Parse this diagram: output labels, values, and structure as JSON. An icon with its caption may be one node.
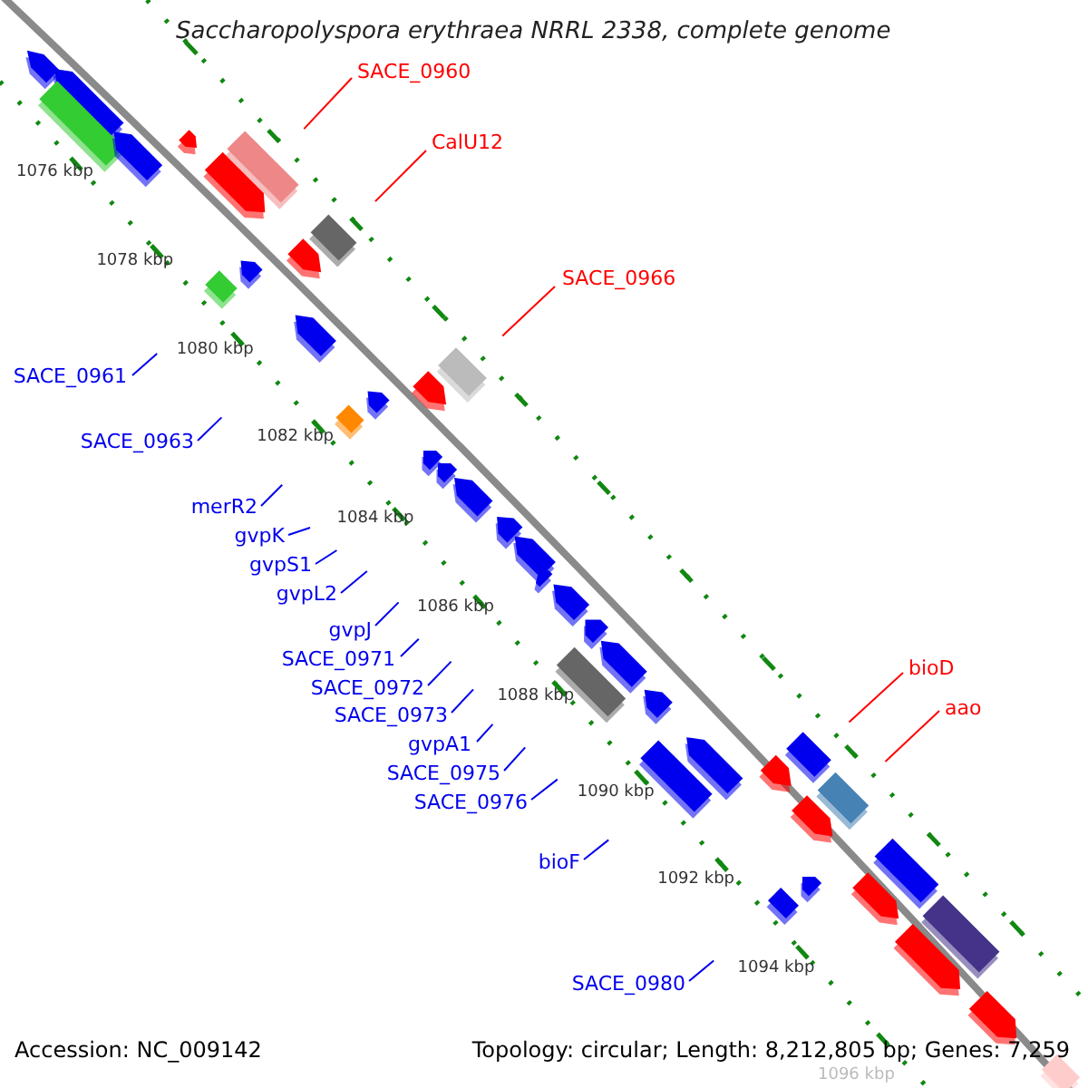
{
  "diagram": {
    "title": "Saccharopolyspora erythraea NRRL 2338, complete genome",
    "nodes": [
      {
        "text": [
          "SACE_0960"
        ]
      },
      {
        "text": [
          "CalU12"
        ]
      },
      {
        "text": [
          "SACE_0966"
        ]
      },
      {
        "text": [
          "SACE_0961"
        ]
      },
      {
        "text": [
          "SACE_0963"
        ]
      },
      {
        "text": [
          "merR2"
        ]
      },
      {
        "text": [
          "gvpK"
        ]
      },
      {
        "text": [
          "gvpS1"
        ]
      },
      {
        "text": [
          "gvpL2"
        ]
      },
      {
        "text": [
          "gvpJ"
        ]
      },
      {
        "text": [
          "SACE_0971"
        ]
      },
      {
        "text": [
          "SACE_0972"
        ]
      },
      {
        "text": [
          "SACE_0973"
        ]
      },
      {
        "text": [
          "gvpA1"
        ]
      },
      {
        "text": [
          "SACE_0975"
        ]
      },
      {
        "text": [
          "SACE_0976"
        ]
      },
      {
        "text": [
          "bioD"
        ]
      },
      {
        "text": [
          "aao"
        ]
      },
      {
        "text": [
          "bioF"
        ]
      },
      {
        "text": [
          "SACE_0980"
        ]
      }
    ],
    "edges": [
      {
        "from": 0,
        "to": null,
        "arrow": "none",
        "color": "#ff0000"
      },
      {
        "from": 1,
        "to": null,
        "arrow": "none",
        "color": "#ff0000"
      },
      {
        "from": 2,
        "to": null,
        "arrow": "none",
        "color": "#ff0000"
      },
      {
        "from": 3,
        "to": null,
        "arrow": "none"
      },
      {
        "from": 4,
        "to": null,
        "arrow": "none"
      },
      {
        "from": 5,
        "to": null,
        "arrow": "none"
      },
      {
        "from": 6,
        "to": null,
        "arrow": "none"
      },
      {
        "from": 7,
        "to": null,
        "arrow": "none"
      },
      {
        "from": 8,
        "to": null,
        "arrow": "none"
      },
      {
        "from": 9,
        "to": null,
        "arrow": "none"
      },
      {
        "from": 10,
        "to": null,
        "arrow": "none"
      },
      {
        "from": 11,
        "to": null,
        "arrow": "none"
      },
      {
        "from": 12,
        "to": null,
        "arrow": "none"
      },
      {
        "from": 13,
        "to": null,
        "arrow": "none"
      },
      {
        "from": 14,
        "to": null,
        "arrow": "none"
      },
      {
        "from": 15,
        "to": null,
        "arrow": "none"
      },
      {
        "from": 16,
        "to": null,
        "arrow": "none",
        "color": "#ff0000"
      },
      {
        "from": 17,
        "to": null,
        "arrow": "none",
        "color": "#ff0000"
      },
      {
        "from": 18,
        "to": null,
        "arrow": "none"
      },
      {
        "from": 19,
        "to": null,
        "arrow": "none"
      }
    ],
    "labels": [
      "1076 kbp",
      "1078 kbp",
      "1080 kbp",
      "1082 kbp",
      "1084 kbp",
      "1086 kbp",
      "1088 kbp",
      "1090 kbp",
      "1092 kbp",
      "1094 kbp",
      "1096 kbp",
      "Accession: NC_009142",
      "Topology: circular; Length: 8,212,805 bp; Genes: 7,259"
    ]
  }
}
